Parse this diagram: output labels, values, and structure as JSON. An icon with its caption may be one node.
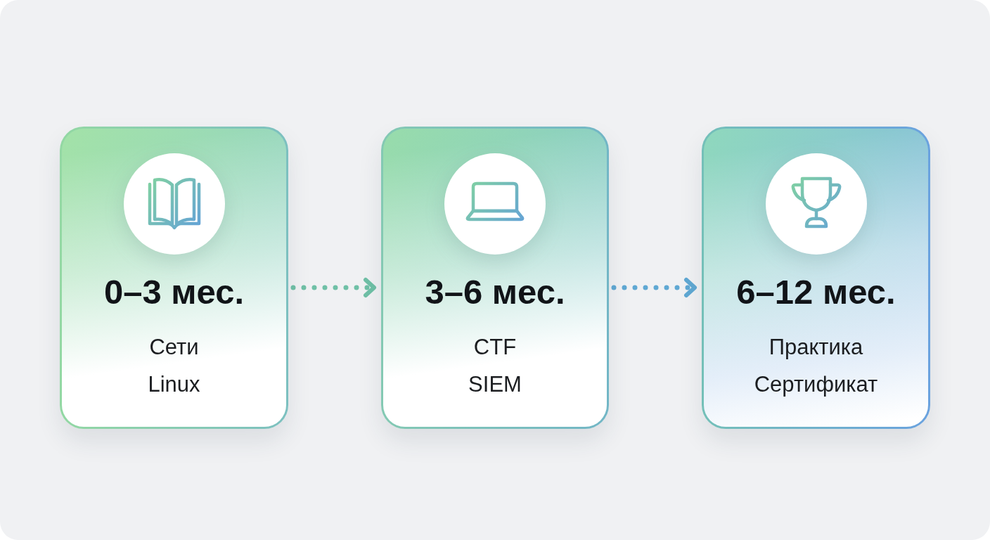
{
  "diagram": {
    "nodes": [
      {
        "text": [
          "0–3 мес.",
          "Сети",
          "Linux"
        ]
      },
      {
        "text": [
          "3–6 мес.",
          "CTF",
          "SIEM"
        ]
      },
      {
        "text": [
          "6–12 мес.",
          "Практика",
          "Сертификат"
        ]
      }
    ],
    "edges": [
      {
        "from": 0,
        "to": 1,
        "arrow": "to",
        "style": "dashed",
        "color": "#6fc0a6"
      },
      {
        "from": 1,
        "to": 2,
        "arrow": "to",
        "style": "dashed",
        "color": "#5fa8d3"
      }
    ]
  }
}
